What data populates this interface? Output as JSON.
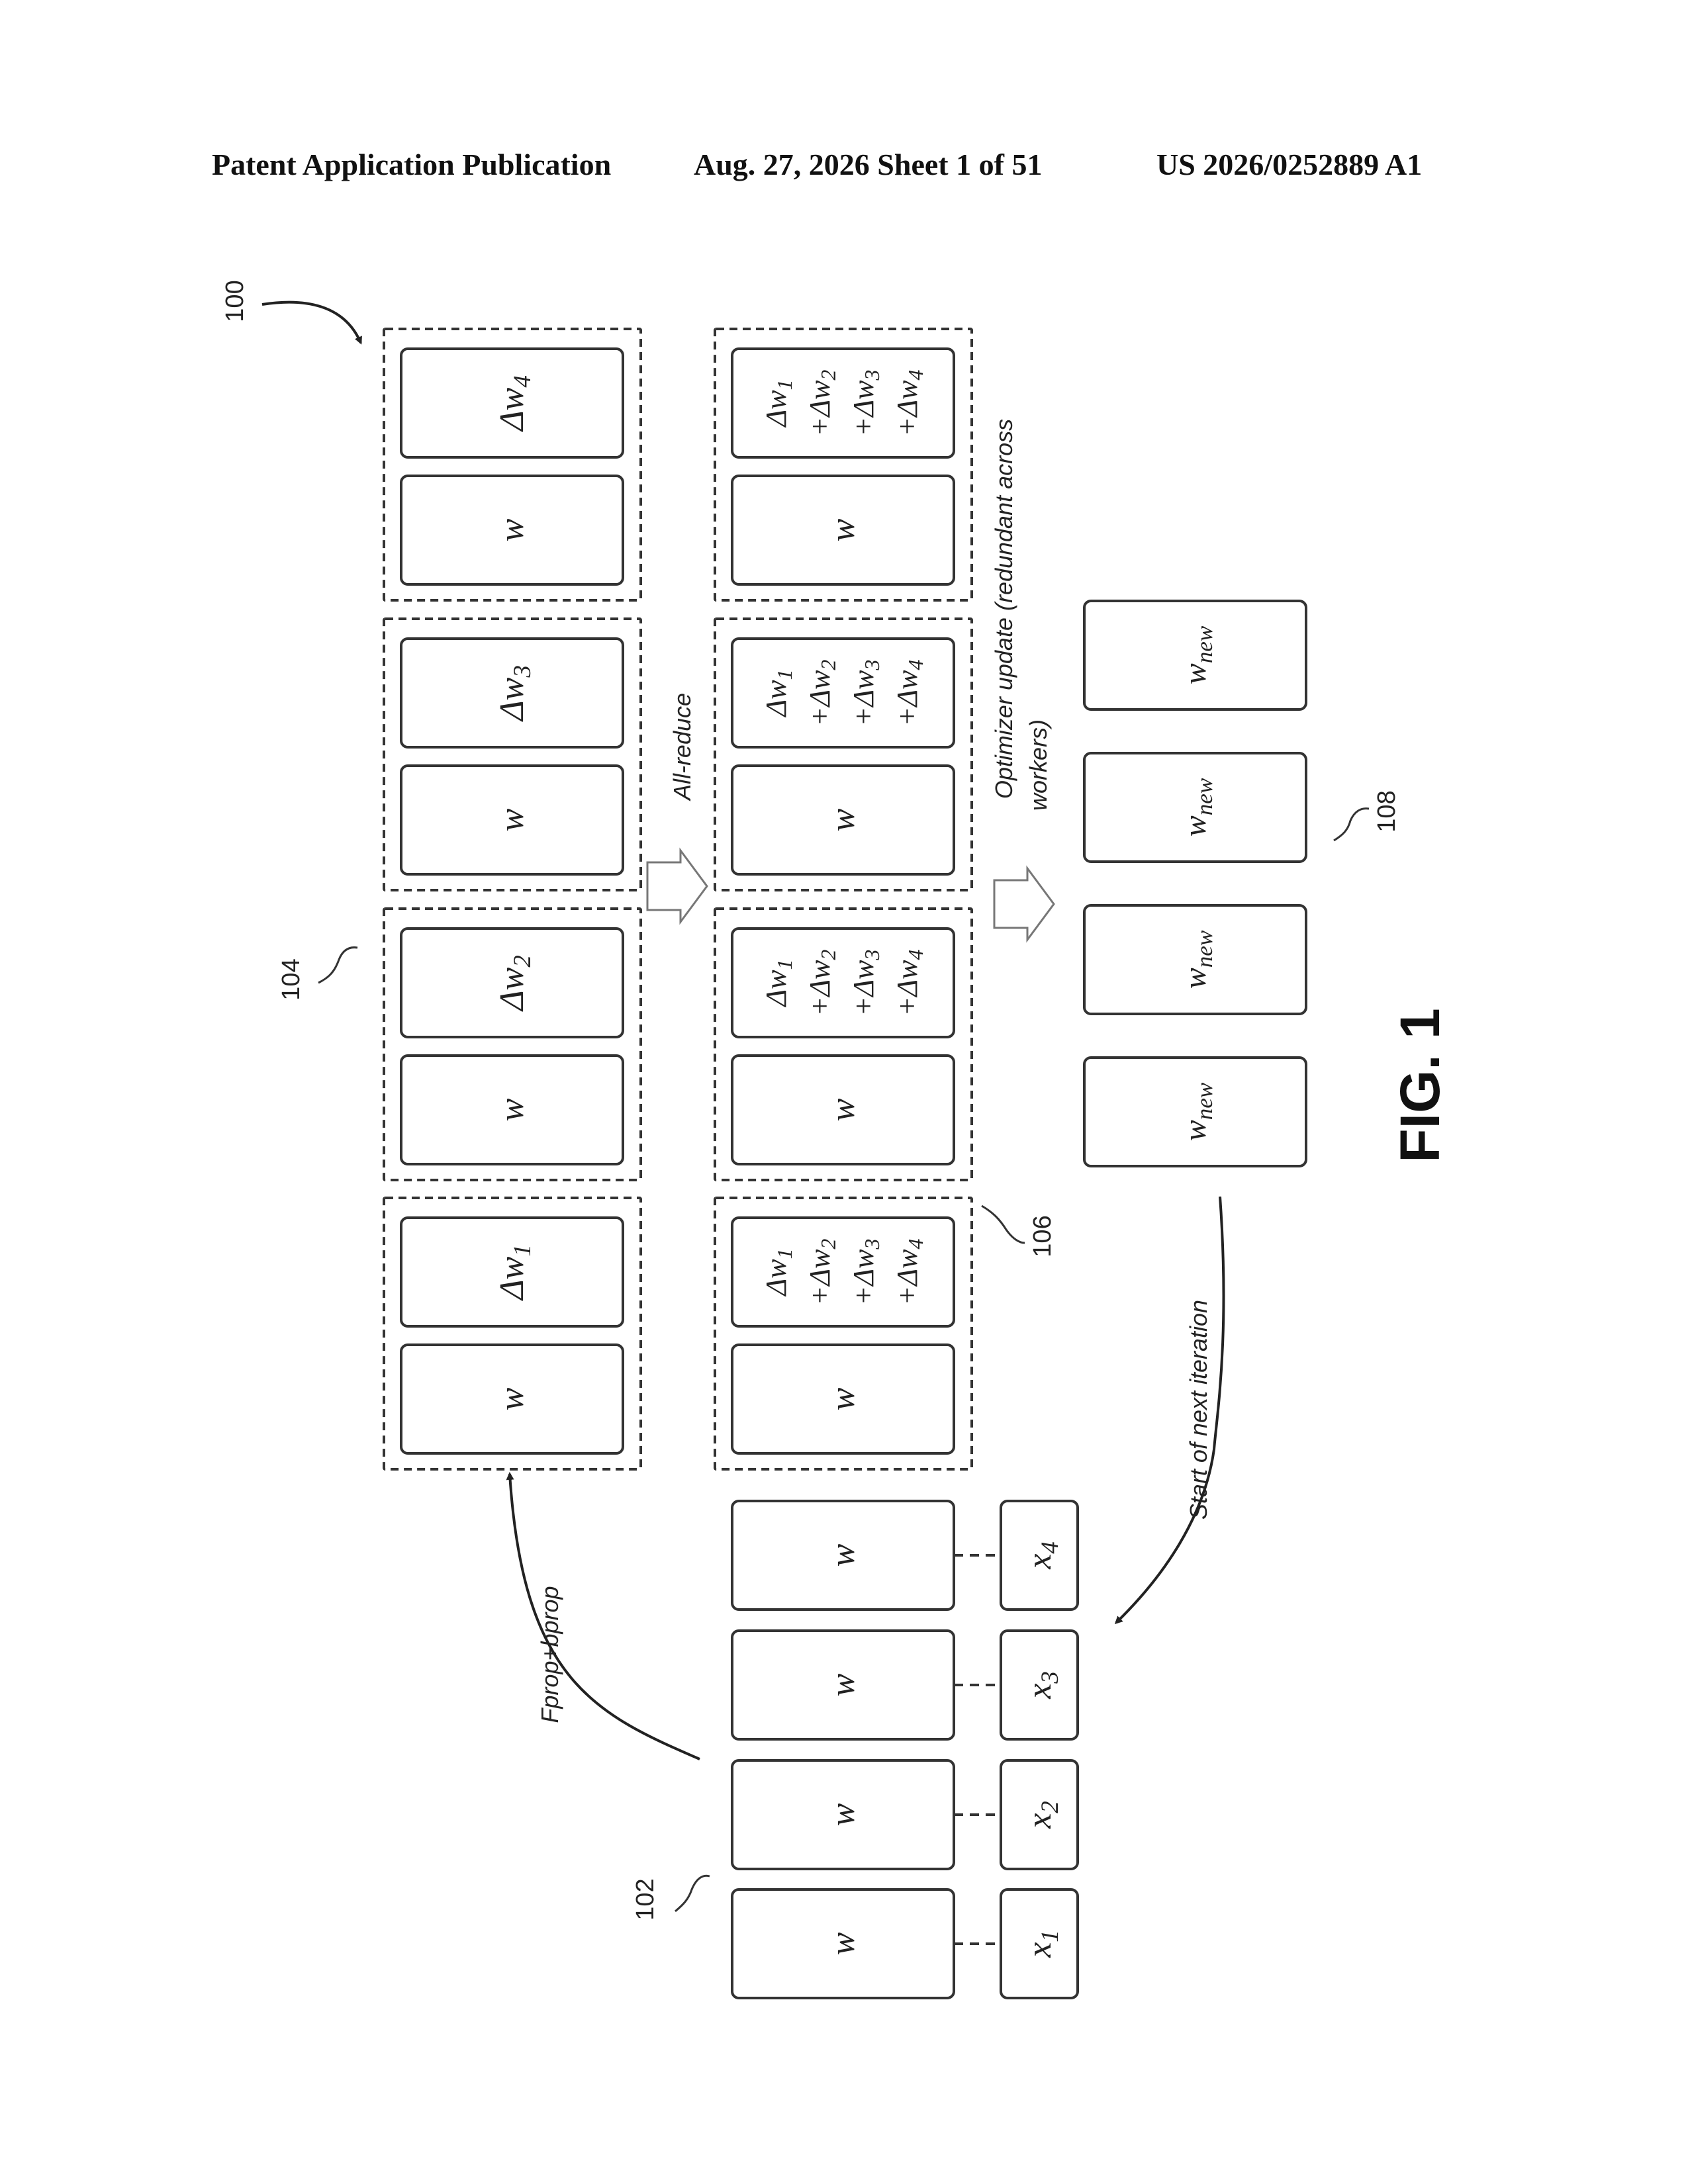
{
  "header": {
    "publication": "Patent Application Publication",
    "date_sheet": "Aug. 27, 2026  Sheet 1 of 51",
    "number": "US 2026/0252889 A1"
  },
  "refs": {
    "r100": "100",
    "r102": "102",
    "r104": "104",
    "r106": "106",
    "r108": "108"
  },
  "workers": [
    {
      "w": "w",
      "x": "x",
      "x_sub": "1",
      "dw": "Δw",
      "dw_sub": "1"
    },
    {
      "w": "w",
      "x": "x",
      "x_sub": "2",
      "dw": "Δw",
      "dw_sub": "2"
    },
    {
      "w": "w",
      "x": "x",
      "x_sub": "3",
      "dw": "Δw",
      "dw_sub": "3"
    },
    {
      "w": "w",
      "x": "x",
      "x_sub": "4",
      "dw": "Δw",
      "dw_sub": "4"
    }
  ],
  "sum_lines": [
    {
      "prefix": "",
      "sym": "Δw",
      "sub": "1"
    },
    {
      "prefix": "+",
      "sym": "Δw",
      "sub": "2"
    },
    {
      "prefix": "+",
      "sym": "Δw",
      "sub": "3"
    },
    {
      "prefix": "+",
      "sym": "Δw",
      "sub": "4"
    }
  ],
  "w_new": {
    "sym": "w",
    "sub": "new"
  },
  "labels": {
    "fprop": "Fprop+bprop",
    "allreduce": "All-reduce",
    "optimizer_line1": "Optimizer update (redundant across",
    "optimizer_line2": "workers)",
    "next_iter": "Start of next iteration"
  },
  "figure": "FIG. 1"
}
